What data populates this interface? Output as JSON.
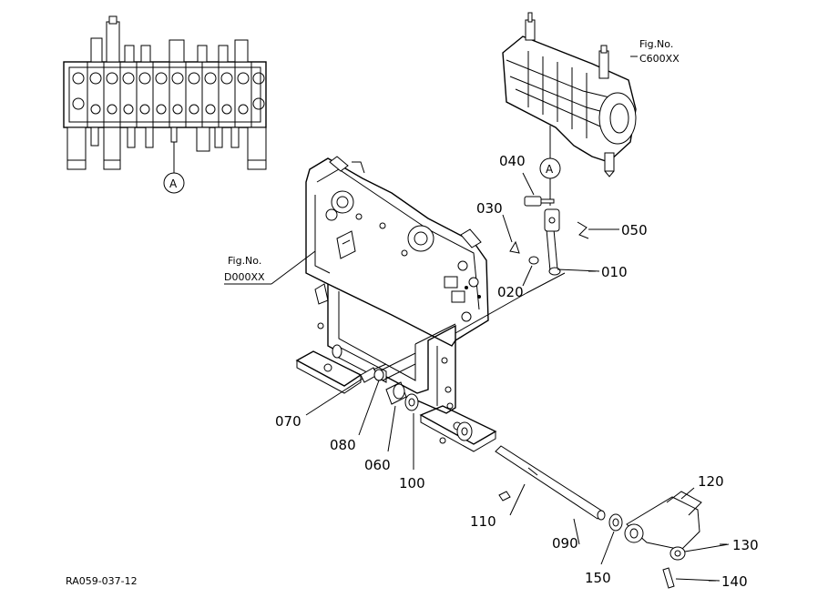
{
  "drawing": {
    "ref_code": "RA059-037-12",
    "detail_marker": "A",
    "fig_refs": [
      {
        "prefix": "Fig.No.",
        "code": "C600XX"
      },
      {
        "prefix": "Fig.No.",
        "code": "D000XX"
      }
    ]
  },
  "callouts": {
    "p010": "010",
    "p020": "020",
    "p030": "030",
    "p040": "040",
    "p050": "050",
    "p060": "060",
    "p070": "070",
    "p080": "080",
    "p090": "090",
    "p100": "100",
    "p110": "110",
    "p120": "120",
    "p130": "130",
    "p140": "140",
    "p150": "150"
  }
}
